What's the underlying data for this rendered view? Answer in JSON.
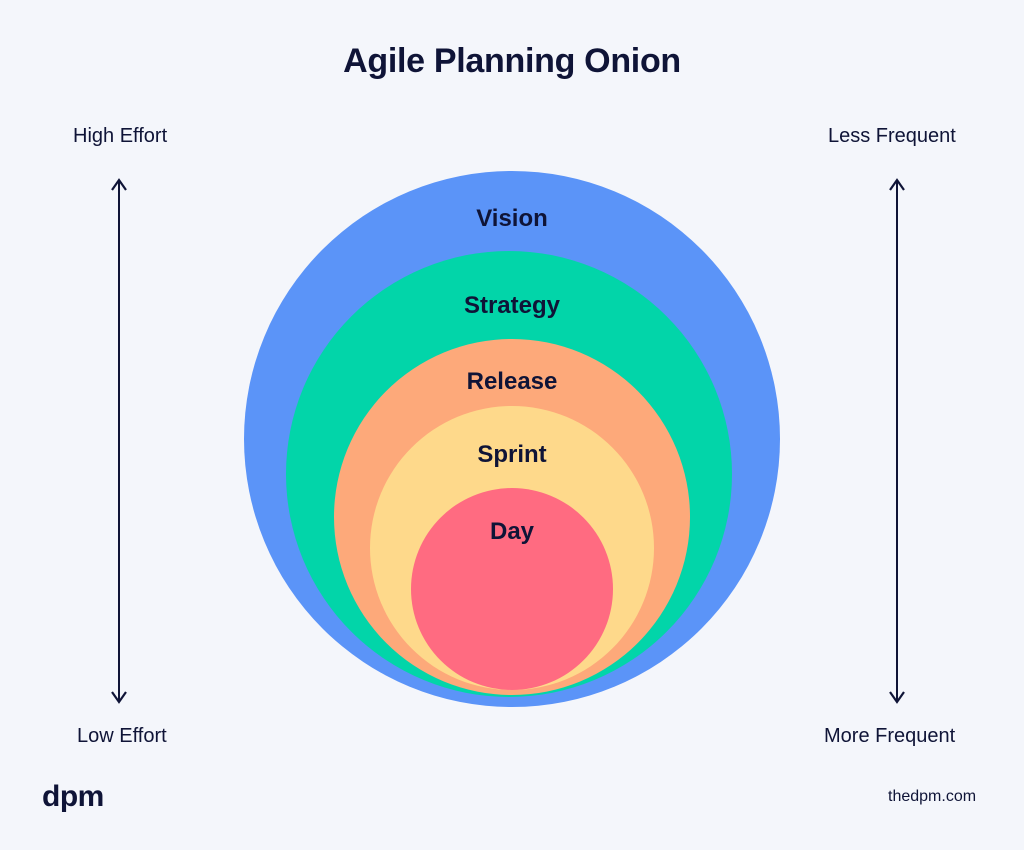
{
  "title": "Agile Planning Onion",
  "left_axis": {
    "top_label": "High Effort",
    "bottom_label": "Low Effort"
  },
  "right_axis": {
    "top_label": "Less Frequent",
    "bottom_label": "More Frequent"
  },
  "layers": [
    {
      "label": "Vision",
      "color": "#5b94f8"
    },
    {
      "label": "Strategy",
      "color": "#02d5a9"
    },
    {
      "label": "Release",
      "color": "#fda97a"
    },
    {
      "label": "Sprint",
      "color": "#fed98b"
    },
    {
      "label": "Day",
      "color": "#ff6b81"
    }
  ],
  "footer": {
    "logo": "dpm",
    "site": "thedpm.com"
  }
}
